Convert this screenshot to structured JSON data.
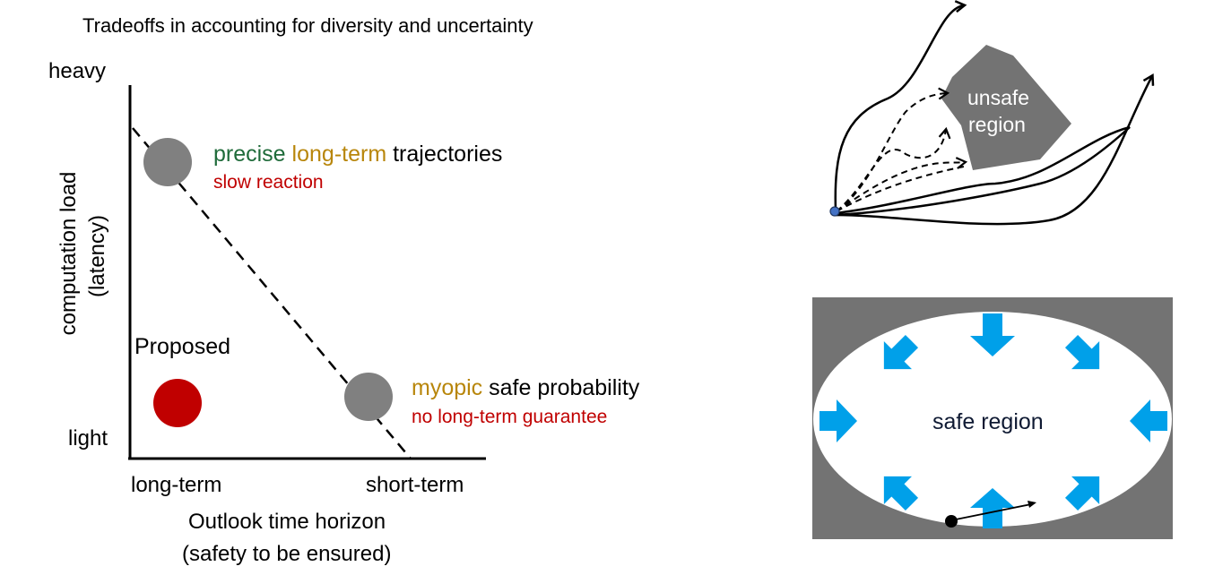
{
  "title": "Tradeoffs in accounting for diversity and uncertainty",
  "axes": {
    "y_top": "heavy",
    "y_bottom": "light",
    "y_label_line1": "computation load",
    "y_label_line2": "(latency)",
    "x_left": "long-term",
    "x_right": "short-term",
    "x_label_line1": "Outlook time horizon",
    "x_label_line2": "(safety to be ensured)"
  },
  "points": {
    "top": {
      "word1": "precise",
      "word2": "long-term",
      "word3": "trajectories",
      "note": "slow reaction"
    },
    "bottom": {
      "word1": "myopic",
      "word2": "safe probability",
      "note": "no long-term guarantee"
    },
    "proposed": "Proposed"
  },
  "top_right": {
    "region_line1": "unsafe",
    "region_line2": "region"
  },
  "bottom_right": {
    "region_label": "safe region"
  },
  "colors": {
    "green": "#1f6b3a",
    "gold": "#b8860b",
    "red": "#c00000",
    "gray": "#808080",
    "dark_gray": "#737373",
    "blue_arrow": "#00a0e9"
  }
}
